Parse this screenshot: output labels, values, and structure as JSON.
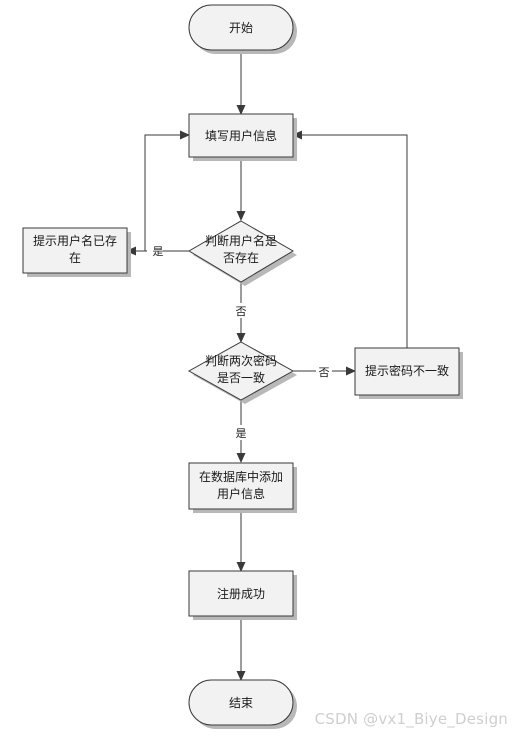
{
  "nodes": {
    "start": "开始",
    "fill_info": "填写用户信息",
    "check_user_line1": "判断用户名是",
    "check_user_line2": "否存在",
    "user_exists_line1": "提示用户名已存",
    "user_exists_line2": "在",
    "check_pwd_line1": "判断两次密码",
    "check_pwd_line2": "是否一致",
    "pwd_mismatch": "提示密码不一致",
    "add_db_line1": "在数据库中添加",
    "add_db_line2": "用户信息",
    "register_success": "注册成功",
    "end": "结束"
  },
  "edges": {
    "user_yes": "是",
    "user_no": "否",
    "pwd_no": "否",
    "pwd_yes": "是"
  },
  "watermark": "CSDN @vx1_Biye_Design",
  "colors": {
    "node_fill": "#f2f2f2",
    "stroke": "#3a3a3a",
    "shadow": "#b8b8b8"
  }
}
